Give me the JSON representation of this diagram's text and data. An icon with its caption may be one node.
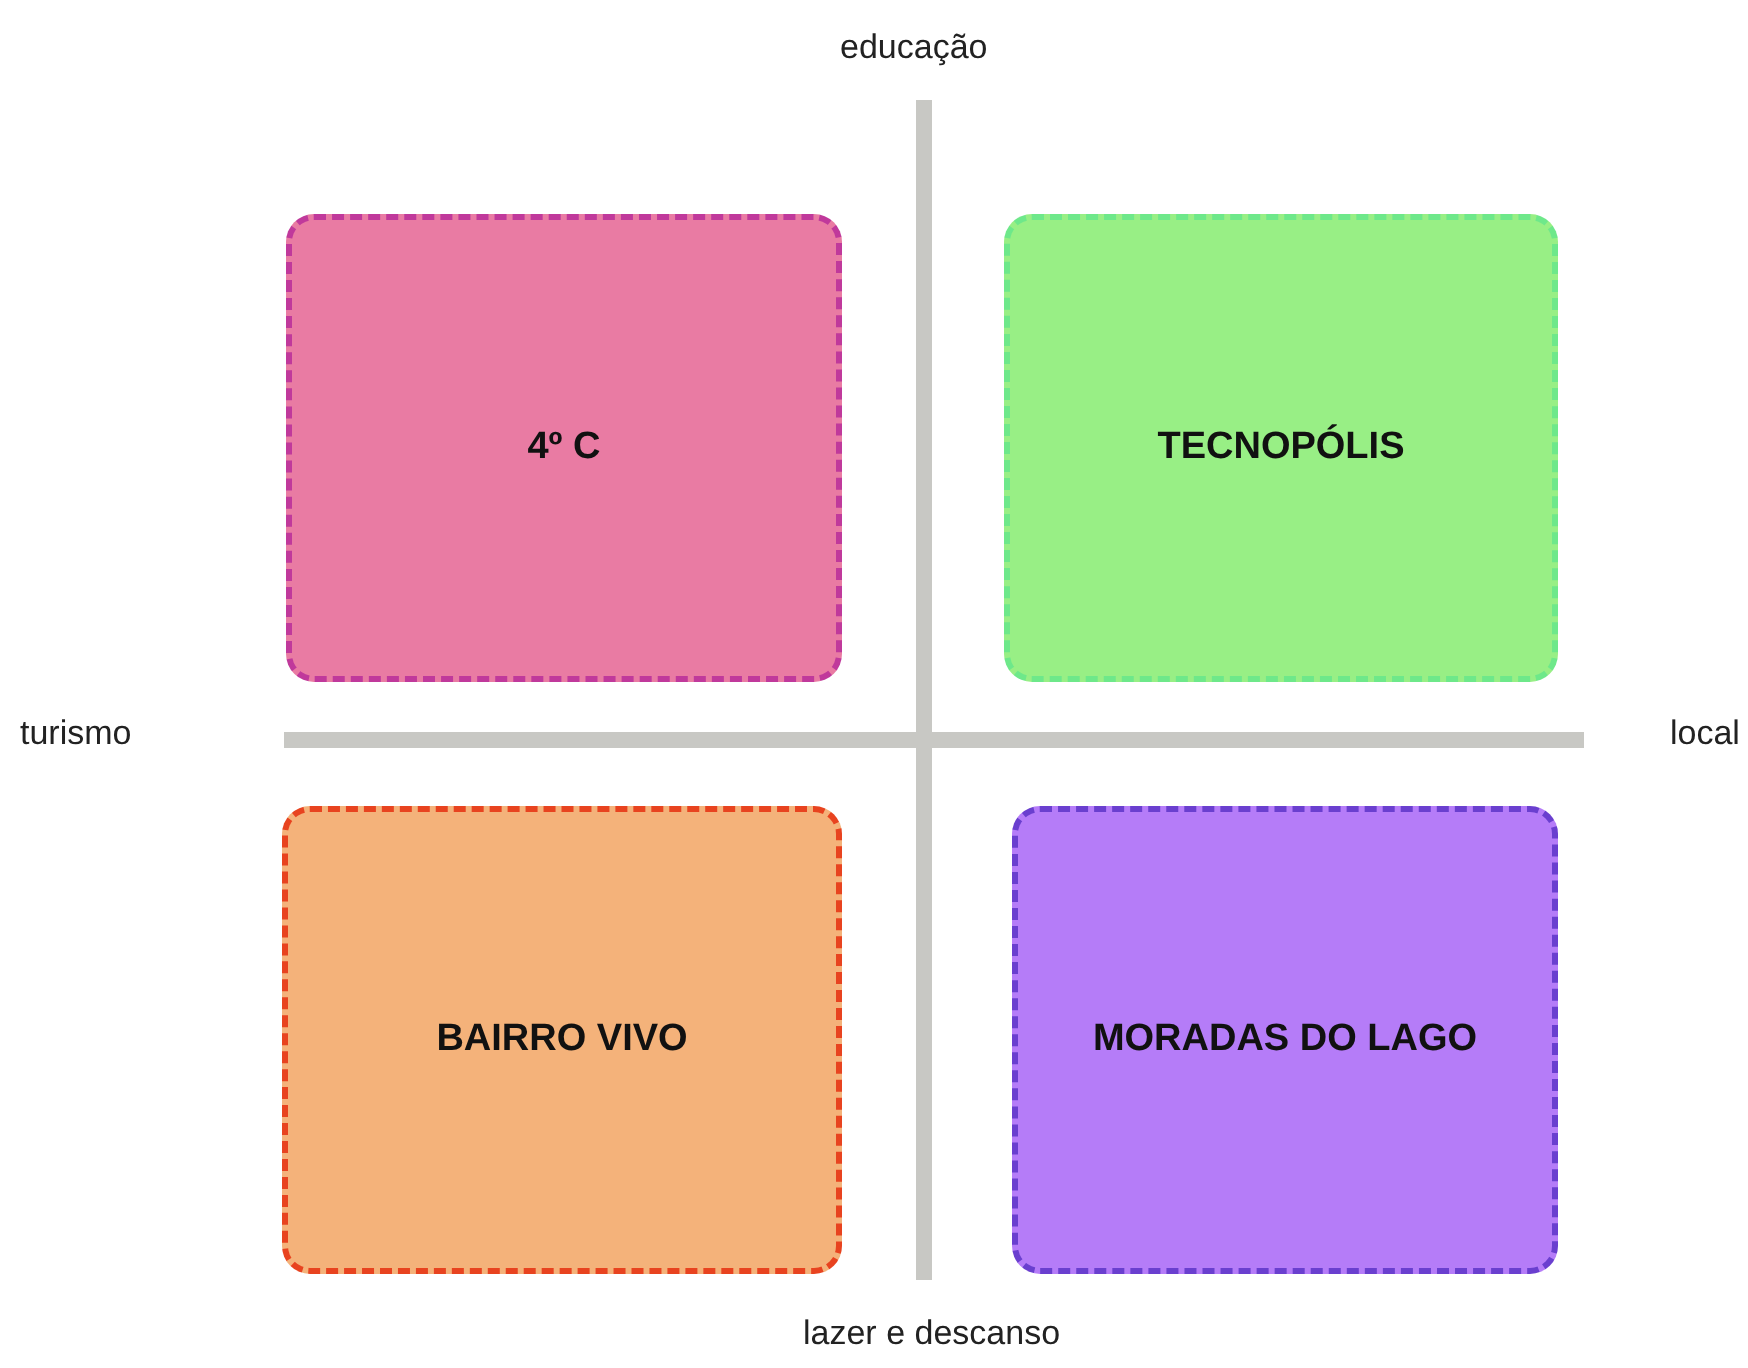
{
  "diagram": {
    "nodes": [
      {
        "text": [
          "4º C"
        ]
      },
      {
        "text": [
          "TECNOPÓLIS"
        ]
      },
      {
        "text": [
          "BAIRRO VIVO"
        ]
      },
      {
        "text": [
          "MORADAS DO LAGO"
        ]
      }
    ],
    "labels": [
      "educação",
      "turismo",
      "local",
      "lazer e descanso"
    ]
  }
}
